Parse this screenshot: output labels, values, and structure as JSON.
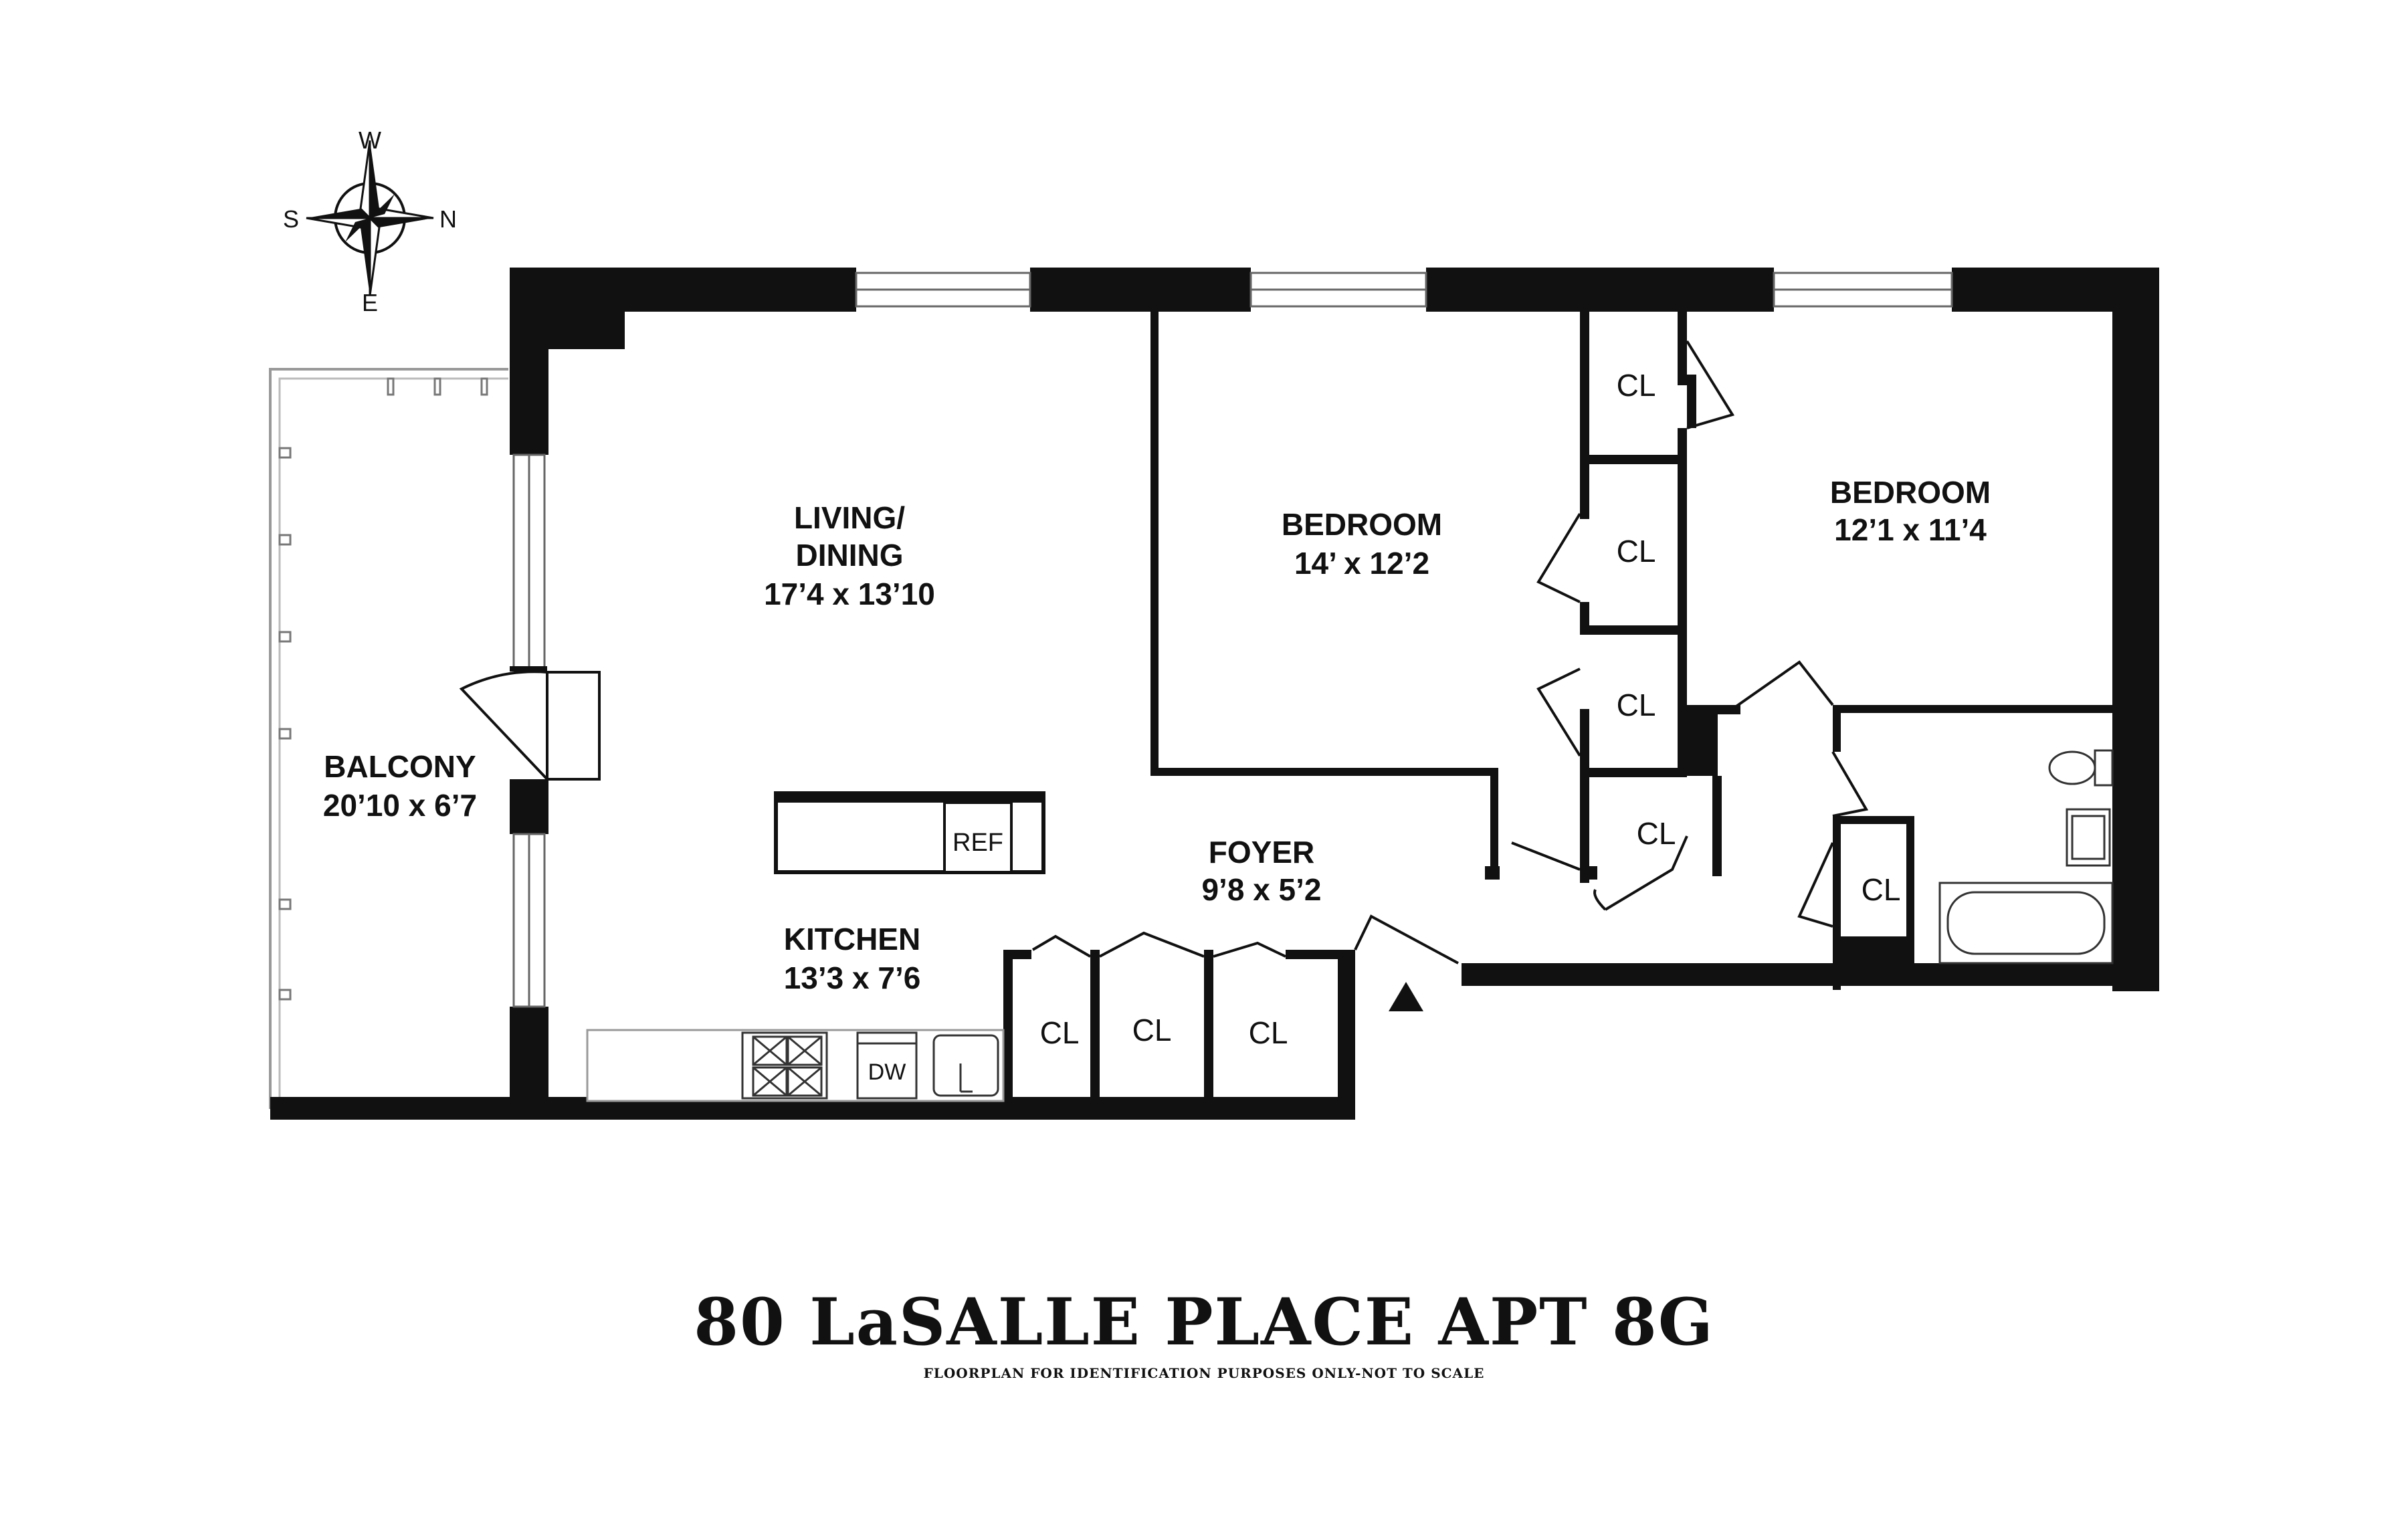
{
  "compass": {
    "north": "N",
    "south": "S",
    "east": "E",
    "west": "W"
  },
  "rooms": {
    "living": {
      "name_line1": "LIVING/",
      "name_line2": "DINING",
      "size": "17’4 x 13’10"
    },
    "bedroom1": {
      "name": "BEDROOM",
      "size": "14’ x 12’2"
    },
    "bedroom2": {
      "name": "BEDROOM",
      "size": "12’1 x 11’4"
    },
    "balcony": {
      "name": "BALCONY",
      "size": "20’10 x 6’7"
    },
    "foyer": {
      "name": "FOYER",
      "size": "9’8 x 5’2"
    },
    "kitchen": {
      "name": "KITCHEN",
      "size": "13’3 x 7’6"
    }
  },
  "closet_label": "CL",
  "appliances": {
    "ref": "REF",
    "dw": "DW"
  },
  "title": "80 LaSALLE PLACE APT 8G",
  "subtitle": "FLOORPLAN FOR IDENTIFICATION PURPOSES ONLY-NOT TO SCALE"
}
